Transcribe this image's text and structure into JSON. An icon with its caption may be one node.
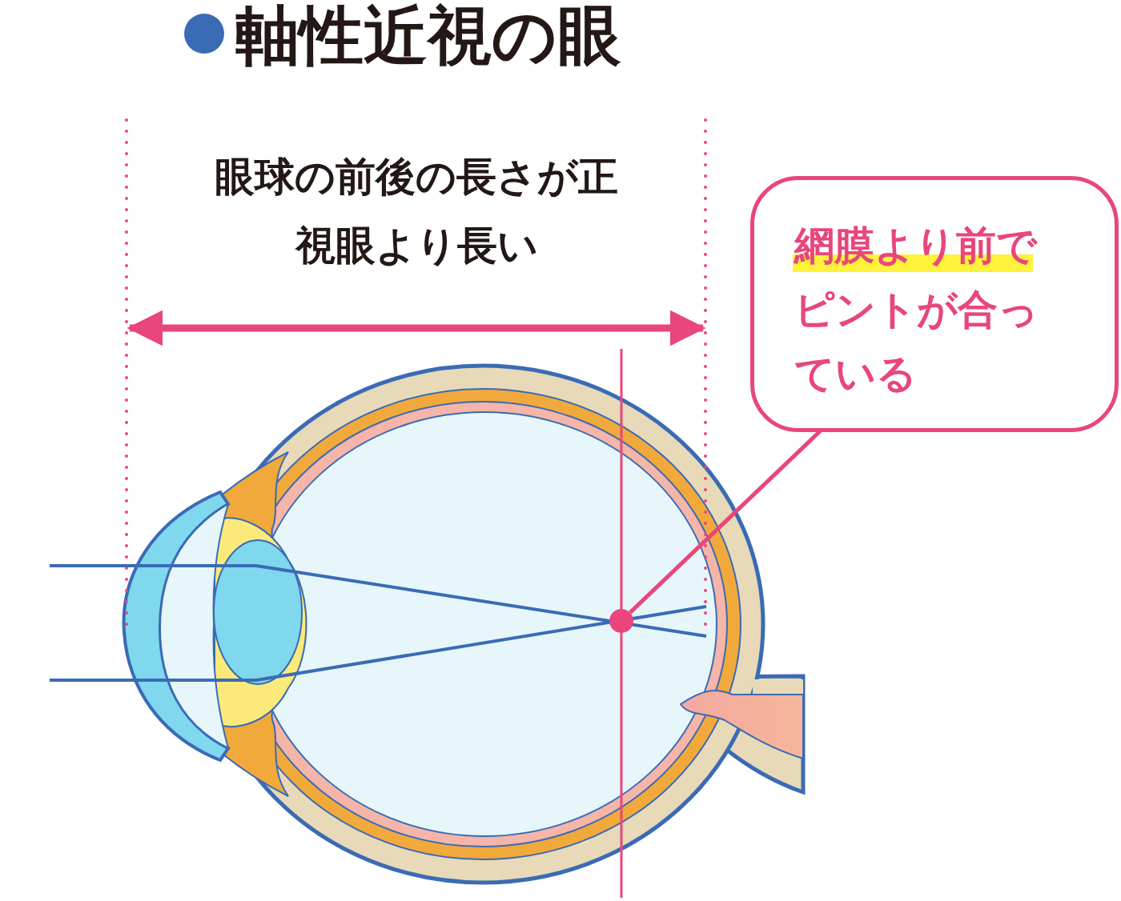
{
  "diagram": {
    "title": "軸性近視の眼",
    "nodes": [
      {
        "text": [
          "網膜より前でピントが合っている"
        ]
      },
      {
        "text": [],
        "shape": "circle"
      }
    ],
    "edges": [
      {
        "from": 0,
        "to": 1,
        "arrow": "none"
      }
    ],
    "labels": [
      "眼球の前後の長さが正視眼より長い"
    ]
  }
}
